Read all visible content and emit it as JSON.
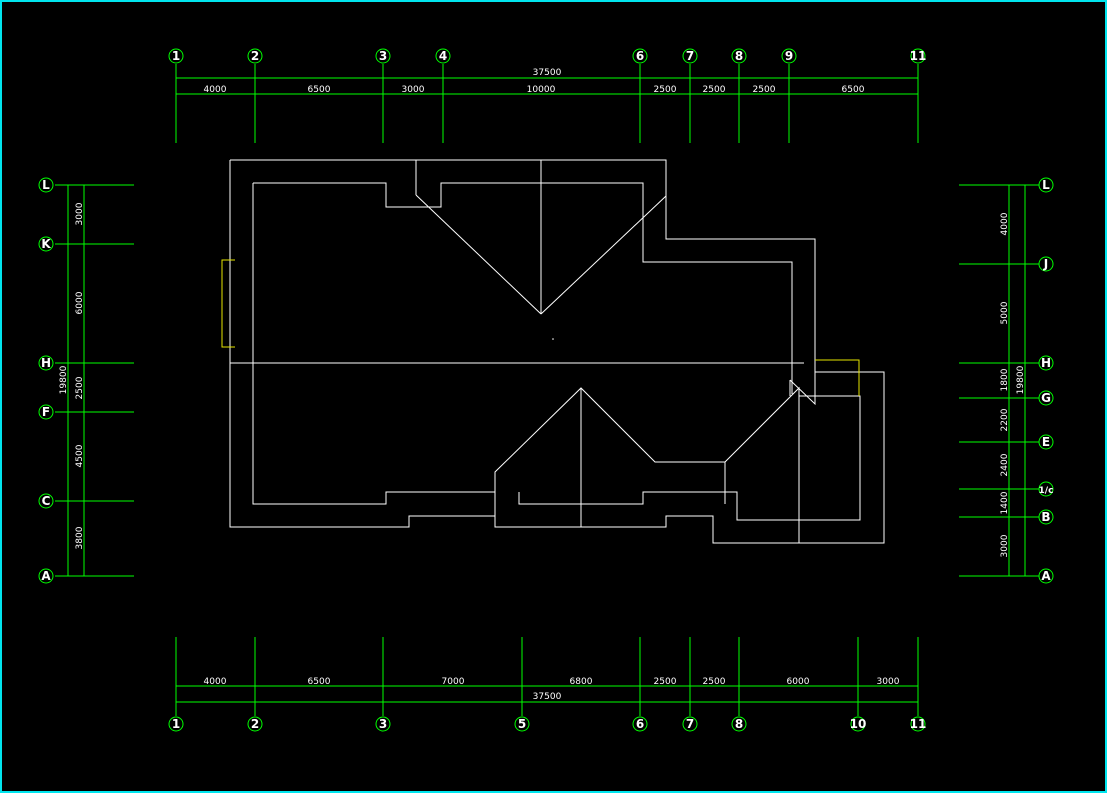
{
  "colors": {
    "background": "#000000",
    "frame": "#00e5ee",
    "grid": "#00ff00",
    "walls": "#ffffff",
    "accent": "#e6e600"
  },
  "top": {
    "total": "37500",
    "dims": [
      "4000",
      "6500",
      "3000",
      "10000",
      "2500",
      "2500",
      "2500",
      "6500"
    ],
    "axes": [
      "1",
      "2",
      "3",
      "4",
      "6",
      "7",
      "8",
      "9",
      "11"
    ]
  },
  "bottom": {
    "total": "37500",
    "dims": [
      "4000",
      "6500",
      "7000",
      "6800",
      "2500",
      "2500",
      "6000",
      "3000"
    ],
    "axes": [
      "1",
      "2",
      "3",
      "5",
      "6",
      "7",
      "8",
      "10",
      "11"
    ]
  },
  "left": {
    "total": "19800",
    "dims": [
      "3000",
      "6000",
      "2500",
      "4500",
      "3800"
    ],
    "axes": [
      "L",
      "K",
      "H",
      "F",
      "C",
      "A"
    ]
  },
  "right": {
    "total": "19800",
    "dims": [
      "4000",
      "5000",
      "1800",
      "2200",
      "2400",
      "1400",
      "3000"
    ],
    "axes": [
      "L",
      "J",
      "H",
      "G",
      "E",
      "1/c",
      "B",
      "A"
    ]
  }
}
